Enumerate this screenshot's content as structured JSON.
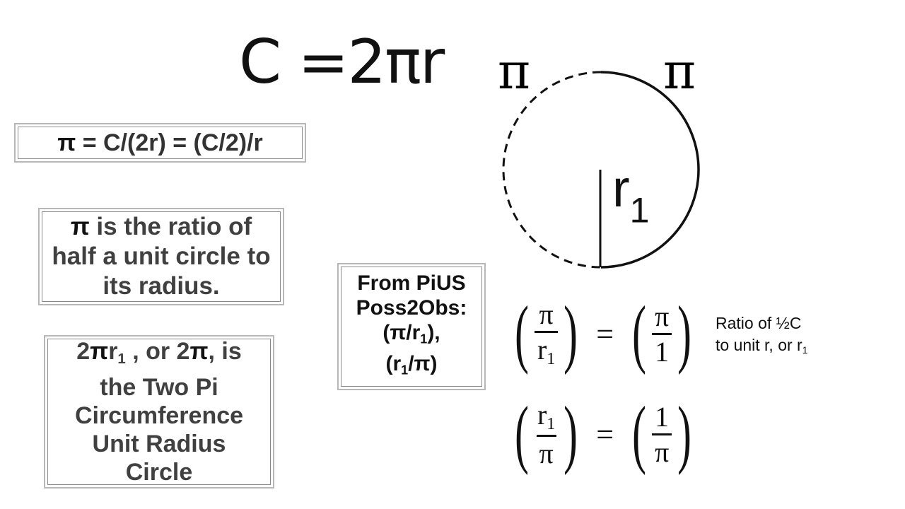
{
  "title": "C =2πr",
  "box_formula": {
    "pi": "π",
    "rest": " = C/(2r) = (C/2)/r"
  },
  "box_ratio": {
    "pi": "π",
    "line1_rest": " is the ratio of",
    "line2": "half a unit circle to",
    "line3": "its radius."
  },
  "box_two_pi": {
    "part1": "2",
    "pi": "π",
    "r": "r",
    "sub": "1",
    "part2": " , or 2",
    "pi2": "π",
    "part3": ", is",
    "line2": "the Two Pi",
    "line3": "Circumference",
    "line4": "Unit Radius",
    "line5": "Circle"
  },
  "box_pius": {
    "line1": "From PiUS",
    "line2": "Poss2Obs:",
    "line3_open": "(π/r",
    "line3_sub": "1",
    "line3_close": "),",
    "line4_open": "(r",
    "line4_sub": "1",
    "line4_close": "/π)"
  },
  "diagram": {
    "pi_left": "π",
    "pi_right": "π",
    "radius_label": "r",
    "radius_sub": "1"
  },
  "equation1": {
    "lhs_num": "π",
    "lhs_den": "r",
    "lhs_den_sub": "1",
    "equals": "=",
    "rhs_num": "π",
    "rhs_den": "1",
    "paren_open": "(",
    "paren_close": ")"
  },
  "equation2": {
    "lhs_num": "r",
    "lhs_num_sub": "1",
    "lhs_den": "π",
    "equals": "=",
    "rhs_num": "1",
    "rhs_den": "π",
    "paren_open": "(",
    "paren_close": ")"
  },
  "note": {
    "line1": "Ratio of ½C",
    "line2": "to unit r, or r",
    "line2_sub": "1"
  }
}
